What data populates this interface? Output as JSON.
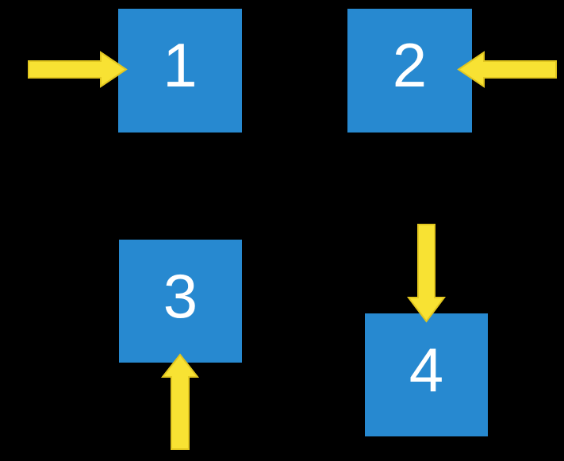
{
  "colors": {
    "background": "#000000",
    "square_fill": "#2789D0",
    "arrow_fill": "#F8E233",
    "arrow_stroke": "#E2C71F",
    "label_color": "#FFFFFF"
  },
  "diagram": {
    "squares": [
      {
        "label": "1",
        "arrow_direction": "right",
        "arrow_enters_from": "left"
      },
      {
        "label": "2",
        "arrow_direction": "left",
        "arrow_enters_from": "right"
      },
      {
        "label": "3",
        "arrow_direction": "up",
        "arrow_enters_from": "bottom"
      },
      {
        "label": "4",
        "arrow_direction": "down",
        "arrow_enters_from": "top"
      }
    ]
  }
}
